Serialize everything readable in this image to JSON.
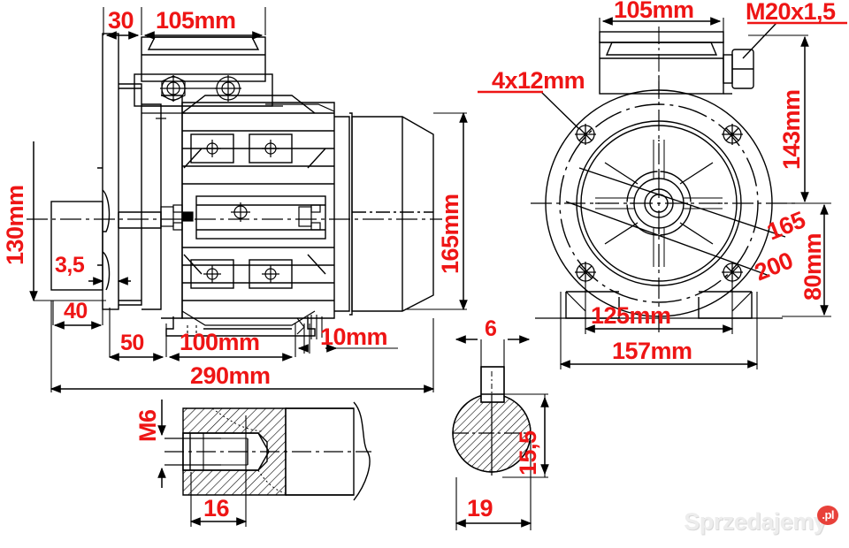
{
  "drawing": {
    "title": "Electric motor dimensional drawing",
    "background_color": "#ffffff",
    "line_color": "#000000",
    "dimension_color": "#ee1515",
    "views": [
      {
        "name": "side-view",
        "label": "Motor side elevation with terminal box"
      },
      {
        "name": "front-view",
        "label": "Motor front elevation (flange / fan end)"
      },
      {
        "name": "shaft-end-detail",
        "label": "Shaft end section with M6 tapped hole"
      },
      {
        "name": "shaft-cross-section",
        "label": "Shaft cross-section with keyway"
      }
    ]
  },
  "dimensions": {
    "side_view": {
      "terminal_box_offset": "30",
      "terminal_box_width": "105mm",
      "shaft_height": "130mm",
      "flange_thickness": "3,5",
      "shaft_length": "40",
      "foot_front": "50",
      "foot_spacing": "100mm",
      "fan_cover_gap": "10mm",
      "overall_length": "290mm",
      "overall_height": "165mm"
    },
    "front_view": {
      "terminal_box_width": "105mm",
      "cable_gland": "M20x1,5",
      "mounting_holes": "4x12mm",
      "box_top_height": "143mm",
      "shaft_center_height": "80mm",
      "bolt_circle": "165",
      "flange_outer": "200",
      "foot_hole_spacing": "125mm",
      "foot_outer_width": "157mm"
    },
    "shaft_end_detail": {
      "thread": "M6",
      "thread_depth": "16"
    },
    "shaft_cross_section": {
      "key_width": "6",
      "key_top_to_flat": "15,5",
      "shaft_diameter": "19"
    }
  },
  "watermark": {
    "text": "Sprzedajemy",
    "suffix": ".pl"
  }
}
